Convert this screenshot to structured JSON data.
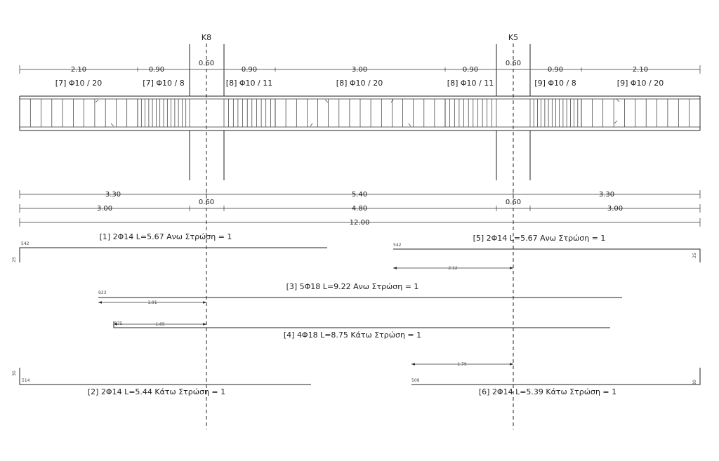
{
  "columns": [
    {
      "label": "K8"
    },
    {
      "label": "K5"
    }
  ],
  "stirrups": {
    "dims": [
      "2.10",
      "0.90",
      "0.60",
      "0.90",
      "3.00",
      "0.90",
      "0.60",
      "0.90",
      "2.10"
    ],
    "zones": [
      "[7] Φ10 / 20",
      "[7] Φ10 /  8",
      "[8] Φ10 / 11",
      "[8] Φ10 / 20",
      "[8] Φ10 / 11",
      "[9] Φ10 /  8",
      "[9] Φ10 / 20"
    ]
  },
  "spans": {
    "axis_dims": [
      "3.30",
      "5.40",
      "3.30"
    ],
    "clear_dims": [
      "3.00",
      "0.60",
      "4.80",
      "0.60",
      "3.00"
    ],
    "total": "12.00"
  },
  "bars": [
    {
      "label": "[1] 2Φ14 L=5.67 Ανω Στρώση = 1",
      "length_mark": "542",
      "hook_mark": "25"
    },
    {
      "label": "[5] 2Φ14 L=5.67 Ανω Στρώση = 1",
      "length_mark": "542",
      "hook_mark": "25",
      "anchor_dim": "2.12"
    },
    {
      "label": "[3] 5Φ18 L=9.22 Ανω Στρώση = 1",
      "length_mark": "923",
      "anchor_dim": "1.91"
    },
    {
      "label": "[4] 4Φ18 L=8.75 Κάτω Στρώση = 1",
      "length_mark": "875",
      "anchor_dim": "1.65"
    },
    {
      "label": "[2] 2Φ14 L=5.44 Κάτω Στρώση = 1",
      "length_mark": "514",
      "hook_mark": "30"
    },
    {
      "label": "[6] 2Φ14 L=5.39 Κάτω Στρώση = 1",
      "length_mark": "509",
      "hook_mark": "30",
      "anchor_dim": "1.79"
    }
  ]
}
